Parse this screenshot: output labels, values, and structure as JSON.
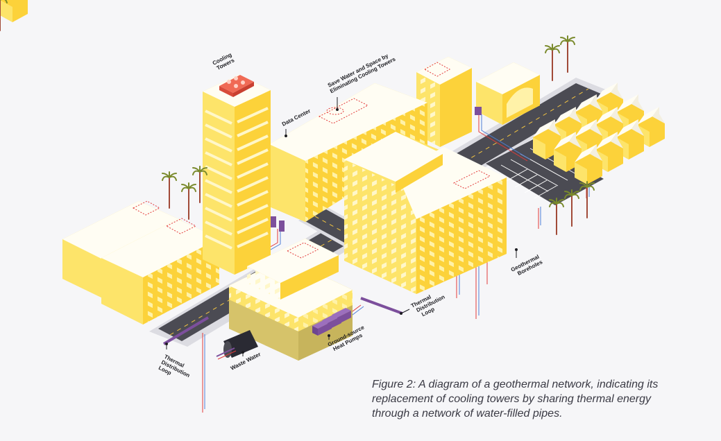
{
  "labels": {
    "cooling_towers": [
      "Cooling",
      "Towers"
    ],
    "save_water": [
      "Save Water and Space by",
      "Eliminating Cooling Towers"
    ],
    "data_center": [
      "Data Center"
    ],
    "thermal_loop_left": [
      "Thermal",
      "Distribution",
      "Loop"
    ],
    "thermal_loop_right": [
      "Thermal",
      "Distribution",
      "Loop"
    ],
    "waste_water": [
      "Waste Water"
    ],
    "heat_pumps": [
      "Ground-source",
      "Heat Pumps"
    ],
    "boreholes": [
      "Geothermal",
      "Boreholes"
    ]
  },
  "caption": "Figure 2: A diagram of a geothermal network, indicating its replacement of cooling towers by sharing thermal energy through a network of water-filled pipes.",
  "colors": {
    "background": "#f6f6f8",
    "building_top": "#fffdf3",
    "building_front": "#fde46a",
    "building_side": "#fcd23a",
    "road": "#4b4b53",
    "sidewalk": "#dcdce2",
    "pipe_purple": "#7c4f9c",
    "pipe_red": "#e23a3a",
    "pipe_blue": "#4e7fd6",
    "cooling_tower": "#f06a55",
    "palm_trunk": "#a14a38",
    "palm_leaf": "#7a8a2c"
  },
  "icons": [
    "cooling-tower-icon",
    "palm-tree-icon",
    "heat-pump-icon",
    "pipe-icon"
  ]
}
